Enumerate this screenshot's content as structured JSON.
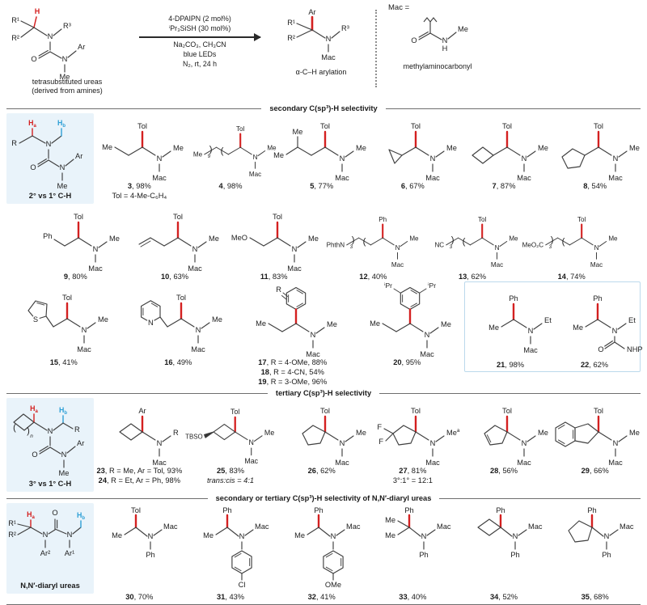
{
  "colors": {
    "red": "#d42020",
    "blue": "#2d9fd6",
    "panel_bg": "#e9f3fa",
    "box_border": "#bcd9ec",
    "stroke": "#3f3f3f"
  },
  "scheme": {
    "substrate": {
      "labels": {
        "r1": "R¹",
        "r2": "R²",
        "h": "H",
        "n": "N",
        "r3": "R³",
        "o": "O",
        "n2": "N",
        "ar": "Ar",
        "me": "Me"
      },
      "caption": [
        "tetrasubstituted ureas",
        "(derived from amines)"
      ]
    },
    "conditions": {
      "above": [
        "4-DPAIPN (2 mol%)",
        "ⁱPr₃SiSH (30 mol%)"
      ],
      "below": [
        "Na₂CO₃, CH₃CN",
        "blue LEDs",
        "N₂, rt, 24 h"
      ]
    },
    "product": {
      "labels": {
        "ar": "Ar",
        "r1": "R¹",
        "r2": "R²",
        "n": "N",
        "r3": "R³",
        "mac": "Mac"
      },
      "caption": "α-C–H arylation"
    },
    "mac": {
      "title": "Mac =",
      "labels": {
        "o": "O",
        "n": "N",
        "h": "H",
        "me": "Me"
      },
      "caption": "methylaminocarbonyl"
    }
  },
  "sections": [
    {
      "header": "secondary C(sp³)-H selectivity",
      "rows": [
        [
          {
            "type": "panel",
            "kind": "sec",
            "caption": "2° vs 1° C-H",
            "labels": {
              "ha": "H",
              "ha_sub": "a",
              "hb": "H",
              "hb_sub": "b",
              "r": "R",
              "n": "N",
              "o": "O",
              "n2": "N",
              "ar": "Ar",
              "me": "Me"
            }
          },
          {
            "type": "compound",
            "motif": "sec",
            "left": "ethyl",
            "left_label": "Me",
            "aryl": "Tol",
            "n_top": "Me",
            "n_bottom": "Mac",
            "caption": [
              {
                "b": "3",
                "t": ", 98%"
              },
              {
                "t": "Tol = 4-Me-C₆H₄"
              }
            ]
          },
          {
            "type": "compound",
            "motif": "sec",
            "left": "bracket",
            "left_label": "Me",
            "bracket_sub": "9",
            "aryl": "Tol",
            "n_top": "Me",
            "n_bottom": "Mac",
            "caption": [
              {
                "b": "4",
                "t": ", 98%"
              }
            ]
          },
          {
            "type": "compound",
            "motif": "sec",
            "left": "iso",
            "left_label": "Me",
            "aryl": "Tol",
            "n_top": "Me",
            "n_bottom": "Mac",
            "caption": [
              {
                "b": "5",
                "t": ", 77%"
              }
            ]
          },
          {
            "type": "compound",
            "motif": "sec",
            "left": "ring3",
            "aryl": "Tol",
            "n_top": "Me",
            "n_bottom": "Mac",
            "caption": [
              {
                "b": "6",
                "t": ", 67%"
              }
            ]
          },
          {
            "type": "compound",
            "motif": "sec",
            "left": "ring4",
            "aryl": "Tol",
            "n_top": "Me",
            "n_bottom": "Mac",
            "caption": [
              {
                "b": "7",
                "t": ", 87%"
              }
            ]
          },
          {
            "type": "compound",
            "motif": "sec",
            "left": "ring5",
            "aryl": "Tol",
            "n_top": "Me",
            "n_bottom": "Mac",
            "caption": [
              {
                "b": "8",
                "t": ", 54%"
              }
            ]
          }
        ],
        [
          {
            "type": "compound",
            "motif": "sec",
            "left": "benzyl",
            "left_label": "Ph",
            "aryl": "Tol",
            "n_top": "Me",
            "n_bottom": "Mac",
            "caption": [
              {
                "b": "9",
                "t": ", 80%"
              }
            ]
          },
          {
            "type": "compound",
            "motif": "sec",
            "left": "allyl",
            "aryl": "Tol",
            "n_top": "Me",
            "n_bottom": "Mac",
            "caption": [
              {
                "b": "10",
                "t": ", 63%"
              }
            ]
          },
          {
            "type": "compound",
            "motif": "sec",
            "left": "ethyl",
            "left_label": "MeO",
            "aryl": "Tol",
            "n_top": "Me",
            "n_bottom": "Mac",
            "caption": [
              {
                "b": "11",
                "t": ", 83%"
              }
            ]
          },
          {
            "type": "compound",
            "motif": "sec",
            "left": "bracket",
            "left_label": "PhthN",
            "bracket_sub": "3",
            "aryl": "Ph",
            "n_top": "Me",
            "n_bottom": "Mac",
            "caption": [
              {
                "b": "12",
                "t": ", 40%"
              }
            ]
          },
          {
            "type": "compound",
            "motif": "sec",
            "left": "bracket",
            "left_label": "NC",
            "bracket_sub": "3",
            "aryl": "Tol",
            "n_top": "Me",
            "n_bottom": "Mac",
            "caption": [
              {
                "b": "13",
                "t": ", 62%"
              }
            ]
          },
          {
            "type": "compound",
            "motif": "sec",
            "left": "bracket",
            "left_label": "MeO₂C",
            "bracket_sub": "3",
            "aryl": "Tol",
            "n_top": "Me",
            "n_bottom": "Mac",
            "caption": [
              {
                "b": "14",
                "t": ", 74%"
              }
            ]
          }
        ],
        [
          {
            "type": "compound",
            "motif": "sec",
            "left": "thienyl",
            "het_label": "S",
            "aryl": "Tol",
            "n_top": "Me",
            "n_bottom": "Mac",
            "caption": [
              {
                "b": "15",
                "t": ", 41%"
              }
            ]
          },
          {
            "type": "compound",
            "motif": "sec",
            "left": "pyridyl",
            "het_label": "N",
            "aryl": "Tol",
            "n_top": "Me",
            "n_bottom": "Mac",
            "caption": [
              {
                "b": "16",
                "t": ", 49%"
              }
            ]
          },
          {
            "type": "compound",
            "motif": "sec",
            "left": "ethyl",
            "left_label": "Me",
            "aryl": "ring",
            "aryl_sub_label": "R",
            "n_top": "Me",
            "n_bottom": "Mac",
            "caption": [
              {
                "b": "17",
                "t": ", R = 4-OMe, 88%"
              },
              {
                "b": "18",
                "t": ", R = 4-CN, 54%"
              },
              {
                "b": "19",
                "t": ", R = 3-OMe, 96%"
              }
            ]
          },
          {
            "type": "compound",
            "motif": "sec",
            "left": "ethyl",
            "left_label": "Me",
            "aryl": "ring2",
            "aryl_sub_label": "ⁱPr",
            "n_top": "Me",
            "n_bottom": "Mac",
            "caption": [
              {
                "b": "20",
                "t": ", 95%"
              }
            ]
          },
          {
            "type": "box",
            "items": [
              {
                "type": "compound",
                "motif": "sec",
                "left": "methyl",
                "left_label": "Me",
                "aryl": "Ph",
                "n_top": "Et",
                "n_bottom": "Mac",
                "caption": [
                  {
                    "b": "21",
                    "t": ", 98%"
                  }
                ]
              },
              {
                "type": "compound",
                "motif": "sec",
                "left": "methyl",
                "left_label": "Me",
                "aryl": "Ph",
                "n_top": "Et",
                "n_bottom": "urea",
                "urea_o": "O",
                "urea_nh": "NHPh",
                "caption": [
                  {
                    "b": "22",
                    "t": ", 62%"
                  }
                ]
              }
            ]
          }
        ]
      ]
    },
    {
      "header": "tertiary C(sp³)-H selectivity",
      "rows": [
        [
          {
            "type": "panel",
            "kind": "tert",
            "caption": "3° vs 1° C-H",
            "labels": {
              "ha": "H",
              "ha_sub": "a",
              "hb": "H",
              "hb_sub": "b",
              "r": "R",
              "n": "N",
              "o": "O",
              "n2": "N",
              "ar": "Ar",
              "me": "Me",
              "nsub": "n"
            }
          },
          {
            "type": "compound",
            "motif": "tert",
            "ring": "cb",
            "aryl": "Ar",
            "n_top": "R",
            "n_bottom": "Mac",
            "caption": [
              {
                "b": "23",
                "t": ", R = Me, Ar = Tol, 93%"
              },
              {
                "b": "24",
                "t": ", R = Et, Ar = Ph, 98%"
              }
            ]
          },
          {
            "type": "compound",
            "motif": "tert",
            "ring": "cb_tbso",
            "tbso": "TBSO",
            "aryl": "Tol",
            "n_top": "Me",
            "n_bottom": "Mac",
            "caption": [
              {
                "b": "25",
                "t": ", 83%"
              },
              {
                "t": "trans:cis = 4:1",
                "i": true
              }
            ]
          },
          {
            "type": "compound",
            "motif": "tert",
            "ring": "cp",
            "aryl": "Tol",
            "n_top": "Me",
            "n_bottom": "Mac",
            "caption": [
              {
                "b": "26",
                "t": ", 62%"
              }
            ]
          },
          {
            "type": "compound",
            "motif": "tert",
            "ring": "cp_f2",
            "f_label": "F",
            "aryl": "Tol",
            "n_top": "Me",
            "n_top_sup": "a",
            "n_bottom": "Mac",
            "caption": [
              {
                "b": "27",
                "t": ", 81%"
              },
              {
                "t": "3°:1° = 12:1"
              }
            ]
          },
          {
            "type": "compound",
            "motif": "tert",
            "ring": "cp_ene",
            "aryl": "Tol",
            "n_top": "Me",
            "n_bottom": "Mac",
            "caption": [
              {
                "b": "28",
                "t": ", 56%"
              }
            ]
          },
          {
            "type": "compound",
            "motif": "tert",
            "ring": "indane",
            "aryl": "Tol",
            "n_top": "Me",
            "n_bottom": "Mac",
            "caption": [
              {
                "b": "29",
                "t": ", 66%"
              }
            ]
          }
        ]
      ]
    },
    {
      "header": "secondary or tertiary C(sp³)-H selectivity of N,N′-diaryl ureas",
      "rows": [
        [
          {
            "type": "panel",
            "kind": "diaryl",
            "caption": "N,N′-diaryl ureas",
            "labels": {
              "ha": "H",
              "ha_sub": "a",
              "hb": "H",
              "hb_sub": "b",
              "r1": "R¹",
              "r2": "R²",
              "n1": "N",
              "n2": "N",
              "o": "O",
              "ar1": "Ar¹",
              "ar2": "Ar²"
            }
          },
          {
            "type": "compound",
            "motif": "diaryl",
            "left": "methyl",
            "left_label": "Me",
            "aryl": "Tol",
            "n_right": "Mac",
            "n_ar": "text",
            "n_ar_label": "Ph",
            "caption": [
              {
                "b": "30",
                "t": ", 70%"
              }
            ]
          },
          {
            "type": "compound",
            "motif": "diaryl",
            "left": "methyl",
            "left_label": "Me",
            "aryl": "Ph",
            "n_right": "Mac",
            "n_ar": "ring",
            "para": "Cl",
            "caption": [
              {
                "b": "31",
                "t": ", 43%"
              }
            ]
          },
          {
            "type": "compound",
            "motif": "diaryl",
            "left": "methyl",
            "left_label": "Me",
            "aryl": "Ph",
            "n_right": "Mac",
            "n_ar": "ring",
            "para": "OMe",
            "caption": [
              {
                "b": "32",
                "t": ", 41%"
              }
            ]
          },
          {
            "type": "compound",
            "motif": "diaryl",
            "left": "gem",
            "left_label": "Me",
            "aryl": "Ph",
            "n_right": "Mac",
            "n_ar": "text",
            "n_ar_label": "Ph",
            "caption": [
              {
                "b": "33",
                "t": ", 40%"
              }
            ]
          },
          {
            "type": "compound",
            "motif": "diaryl",
            "left": "ring4",
            "aryl": "Ph",
            "n_right": "Mac",
            "n_ar": "text",
            "n_ar_label": "Ph",
            "caption": [
              {
                "b": "34",
                "t": ", 52%"
              }
            ]
          },
          {
            "type": "compound",
            "motif": "diaryl",
            "left": "ring5",
            "aryl": "Ph",
            "n_right": "Mac",
            "n_ar": "text",
            "n_ar_label": "Ph",
            "caption": [
              {
                "b": "35",
                "t": ", 68%"
              }
            ]
          }
        ]
      ]
    }
  ]
}
